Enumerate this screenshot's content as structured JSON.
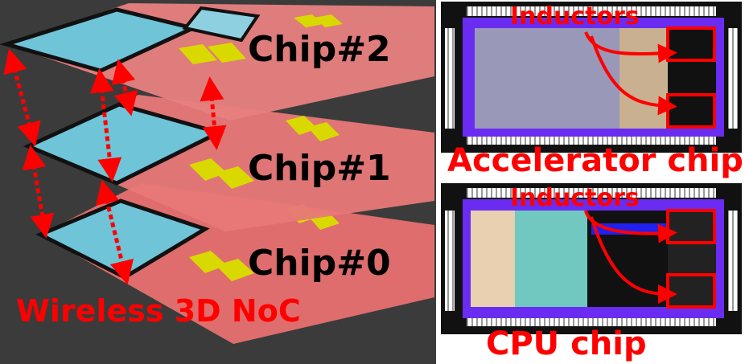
{
  "left_panel": {
    "layers": [
      "Chip#2",
      "Chip#1",
      "Chip#0"
    ],
    "caption": "Wireless 3D NoC"
  },
  "right_panel": {
    "accelerator": {
      "annotation": "Inductors",
      "caption": "Accelerator chip"
    },
    "cpu": {
      "annotation": "Inductors",
      "caption": "CPU chip"
    }
  },
  "colors": {
    "accent": "#ff0000",
    "background": "#3a3a3a",
    "blue_area": "#6fc3d8",
    "red_area": "#e85a5a",
    "pad": "#d8d800",
    "die": "#6a2cf0"
  }
}
